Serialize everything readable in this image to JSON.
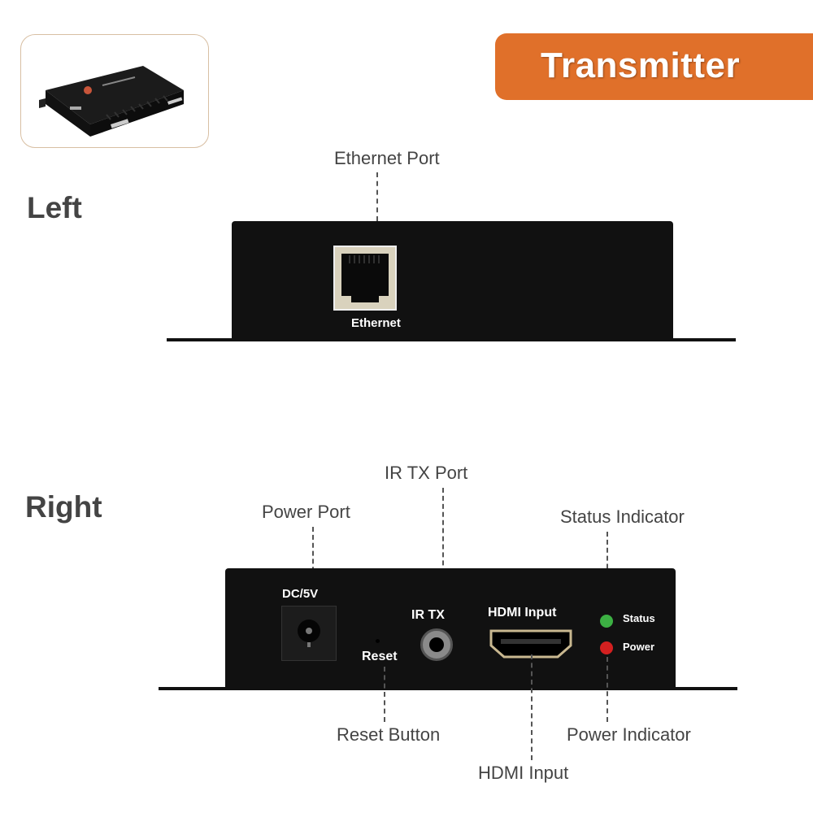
{
  "header": {
    "title": "Transmitter",
    "banner_color": "#e0702a"
  },
  "thumbnail": {
    "alt": "transmitter-device-thumbnail"
  },
  "left_view": {
    "label": "Left",
    "callouts": [
      {
        "id": "ethernet-port",
        "text": "Ethernet Port"
      }
    ],
    "panel_labels": {
      "ethernet": "Ethernet"
    }
  },
  "right_view": {
    "label": "Right",
    "callouts_top": [
      {
        "id": "power-port",
        "text": "Power Port"
      },
      {
        "id": "ir-tx-port",
        "text": "IR TX Port"
      },
      {
        "id": "status-indicator",
        "text": "Status Indicator"
      }
    ],
    "callouts_bottom": [
      {
        "id": "reset-button",
        "text": "Reset Button"
      },
      {
        "id": "hdmi-input",
        "text": "HDMI Input"
      },
      {
        "id": "power-indicator",
        "text": "Power Indicator"
      }
    ],
    "panel_labels": {
      "dc": "DC/5V",
      "reset": "Reset",
      "irtx": "IR TX",
      "hdmi": "HDMI Input",
      "status": "Status",
      "power": "Power"
    },
    "led_colors": {
      "status": "#3cb043",
      "power": "#d42020"
    }
  }
}
